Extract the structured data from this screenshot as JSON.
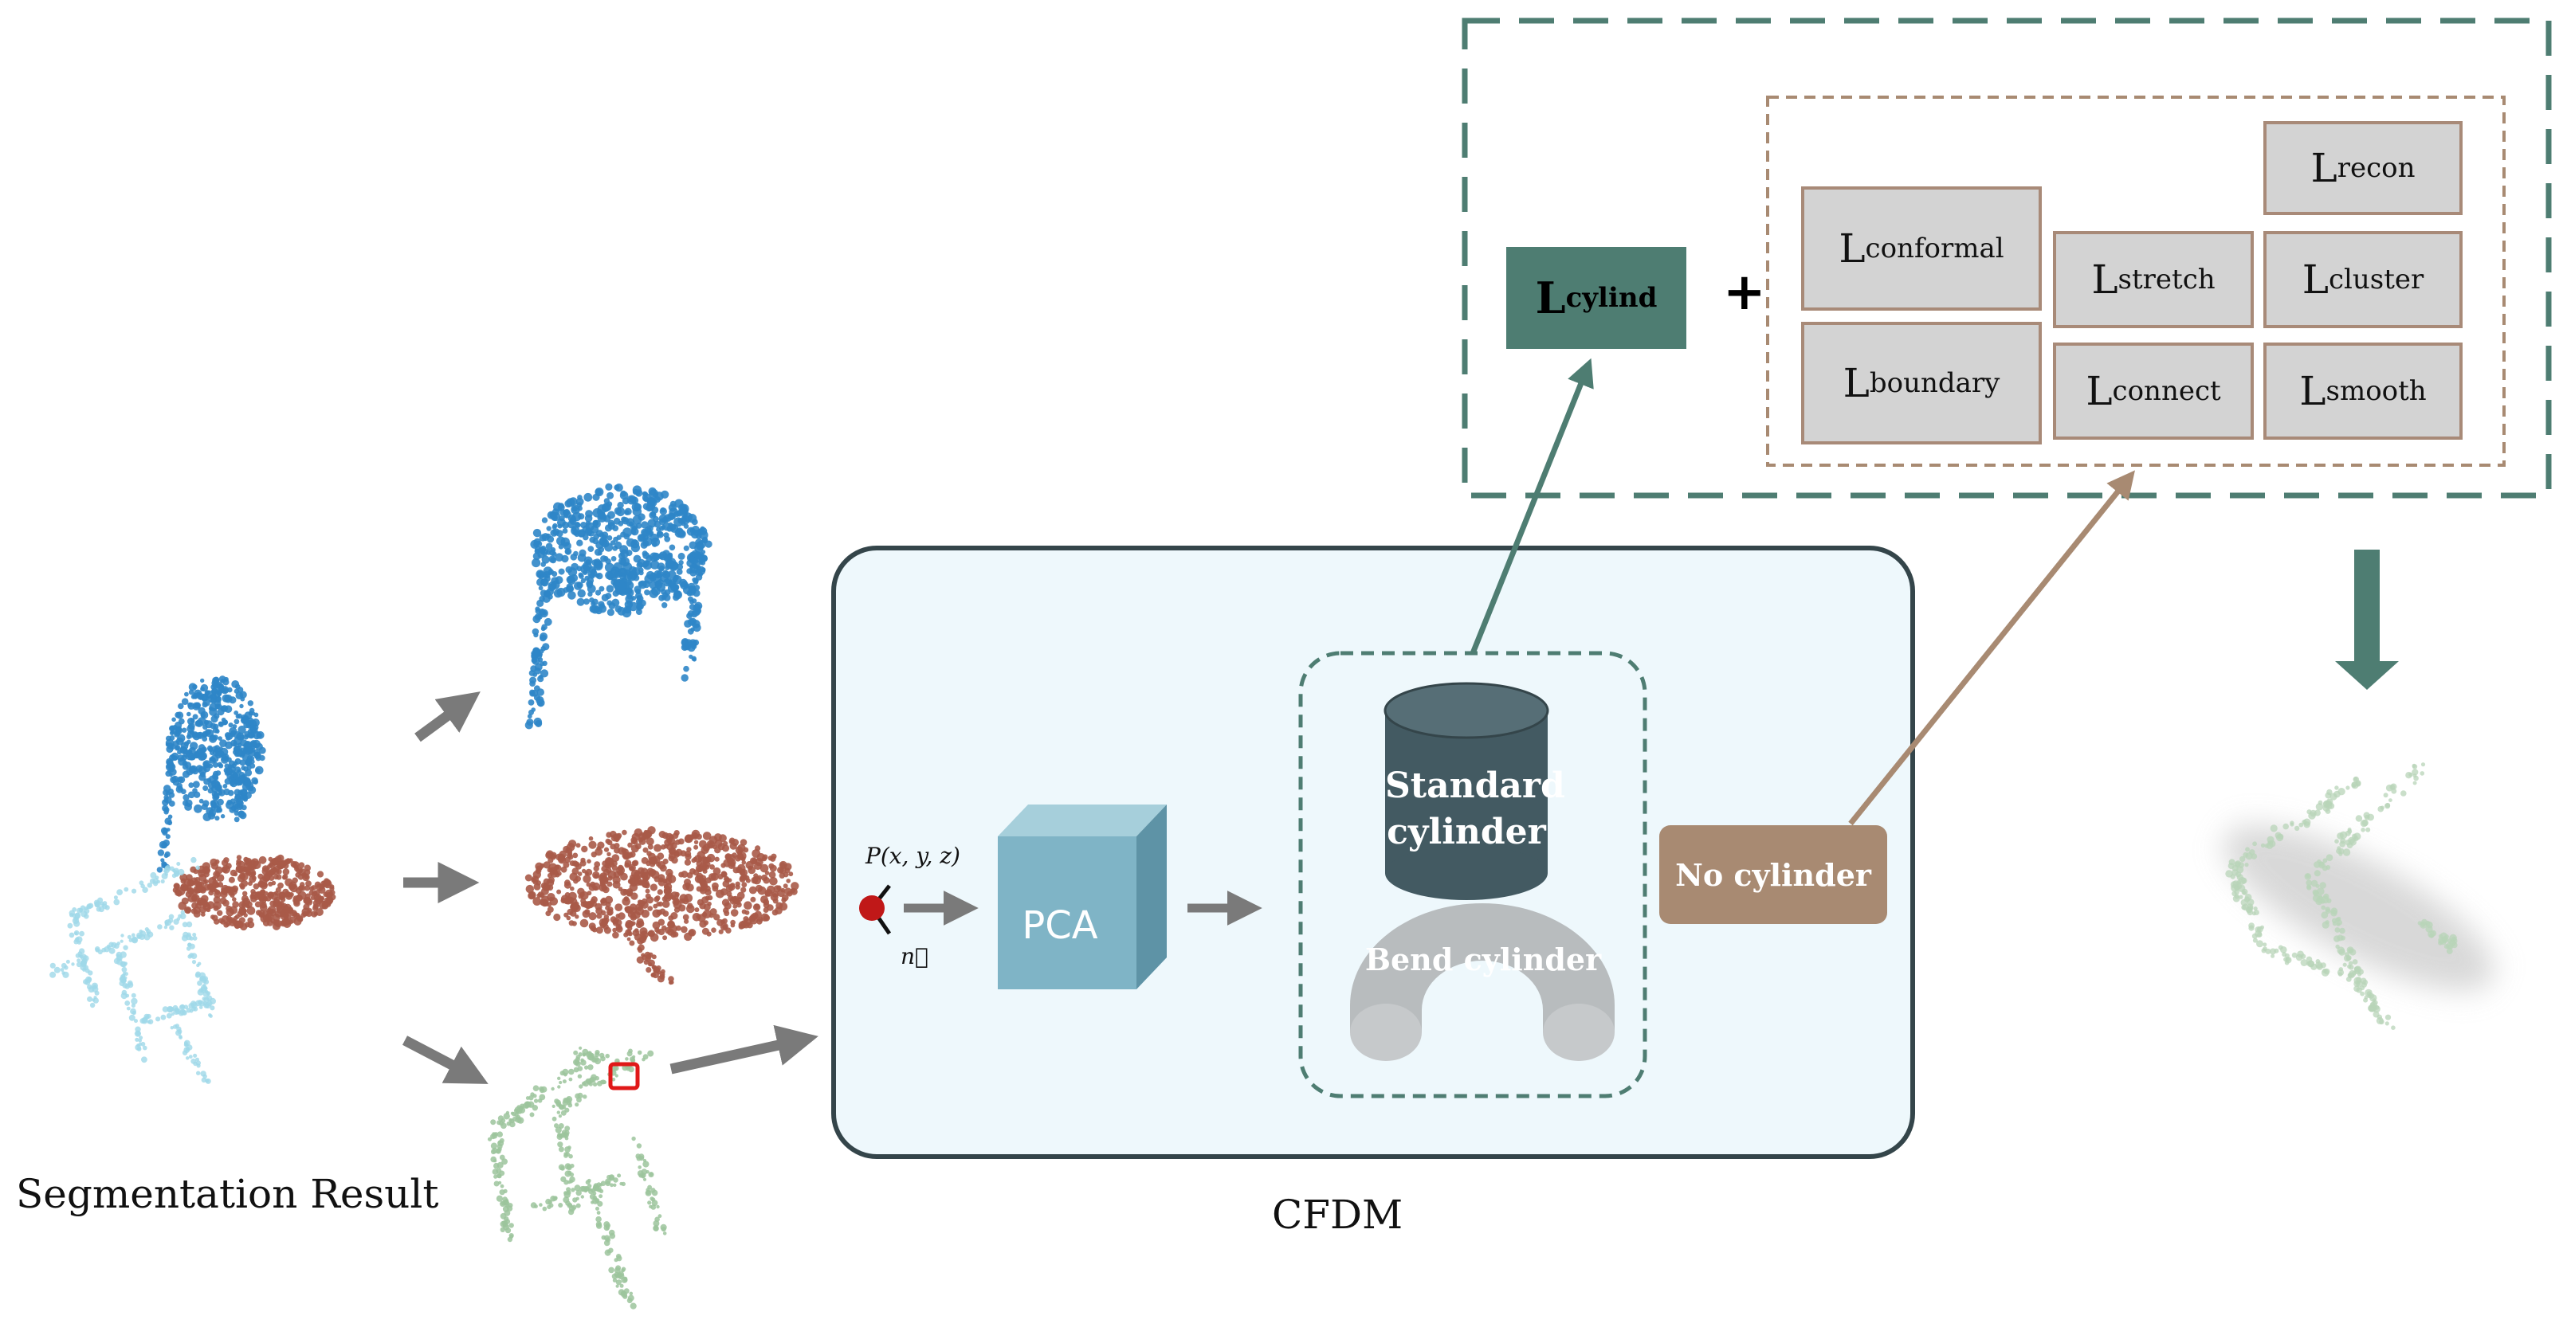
{
  "captions": {
    "segmentation": "Segmentation Result",
    "cfdm": "CFDM"
  },
  "pipeline": {
    "point_label": "P(x, y, z)",
    "normal_label": "n⃗",
    "pca": "PCA",
    "standard_cylinder": [
      "Standard",
      "cylinder"
    ],
    "bend_cylinder": "Bend cylinder",
    "no_cylinder": "No cylinder"
  },
  "losses": {
    "cylind": {
      "base": "L",
      "sub": "cylind"
    },
    "plus": "+",
    "terms": [
      {
        "base": "L",
        "sub": "recon"
      },
      {
        "base": "L",
        "sub": "conformal"
      },
      {
        "base": "L",
        "sub": "stretch"
      },
      {
        "base": "L",
        "sub": "cluster"
      },
      {
        "base": "L",
        "sub": "boundary"
      },
      {
        "base": "L",
        "sub": "connect"
      },
      {
        "base": "L",
        "sub": "smooth"
      }
    ]
  },
  "colors": {
    "teal": "#4e7d72",
    "brown": "#a88a72",
    "blue_points": "#2f86c8",
    "red_points": "#a85a48",
    "cyan_points": "#9fd8e8",
    "green_points": "#9cc49c",
    "cfdm_bg": "#eef8fc",
    "pca_cube": "#7fb4c6",
    "standard_cylinder": "#435a62",
    "bend_cylinder": "#b8bcbe"
  }
}
